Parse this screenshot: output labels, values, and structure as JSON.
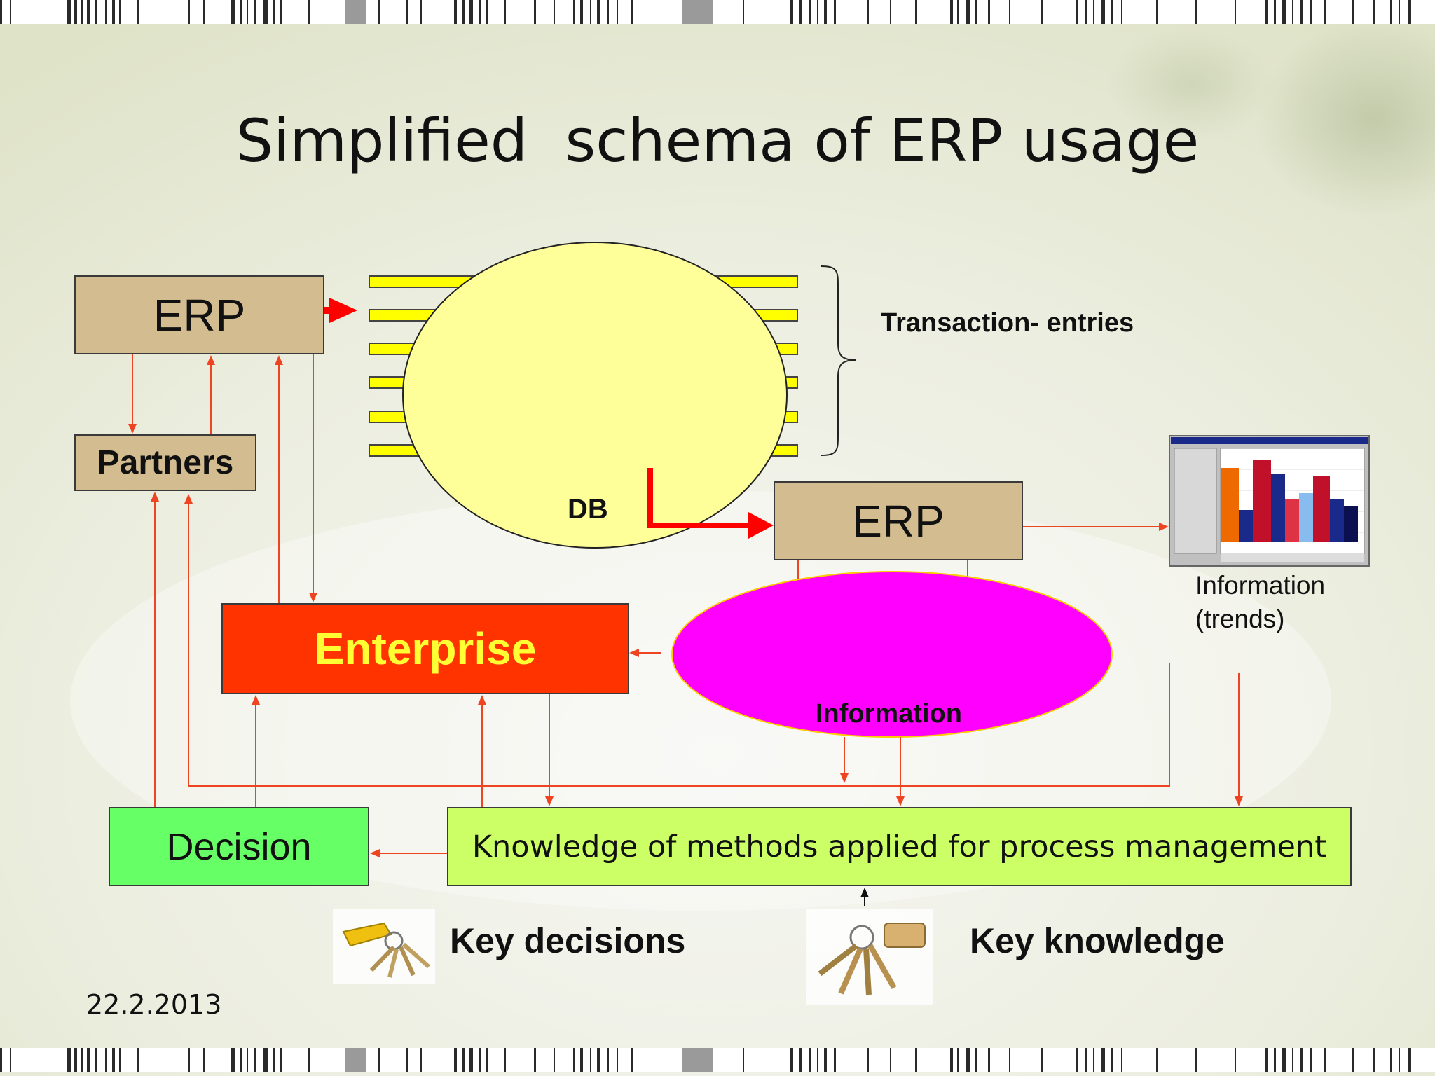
{
  "slide": {
    "title": "Simplified  schema of ERP usage",
    "date": "22.2.2013"
  },
  "diagram": {
    "erp_top": "ERP",
    "partners": "Partners",
    "db": "DB",
    "transaction_entries": "Transaction- entries",
    "erp_middle": "ERP",
    "information_trends_line1": "Information",
    "information_trends_line2": "(trends)",
    "enterprise": "Enterprise",
    "information": "Information",
    "decision": "Decision",
    "knowledge": "Knowledge of methods applied for process management",
    "key_decisions": "Key decisions",
    "key_knowledge": "Key knowledge"
  },
  "colors": {
    "erp_box": "#d4bc91",
    "db_ellipse": "#ffff99",
    "db_stripes": "#ffff00",
    "info_ellipse": "#ff00ff",
    "enterprise_box": "#ff3300",
    "enterprise_text": "#ffff33",
    "decision_box": "#66ff66",
    "knowledge_box": "#ccff66",
    "thin_arrows": "#ee4422",
    "thick_arrows": "#ff0000"
  },
  "icons": {
    "chart_thumbnail": "bar-chart-screenshot-icon",
    "keys_decisions": "yellow-keychain-icon",
    "keys_knowledge": "brass-keys-icon"
  }
}
